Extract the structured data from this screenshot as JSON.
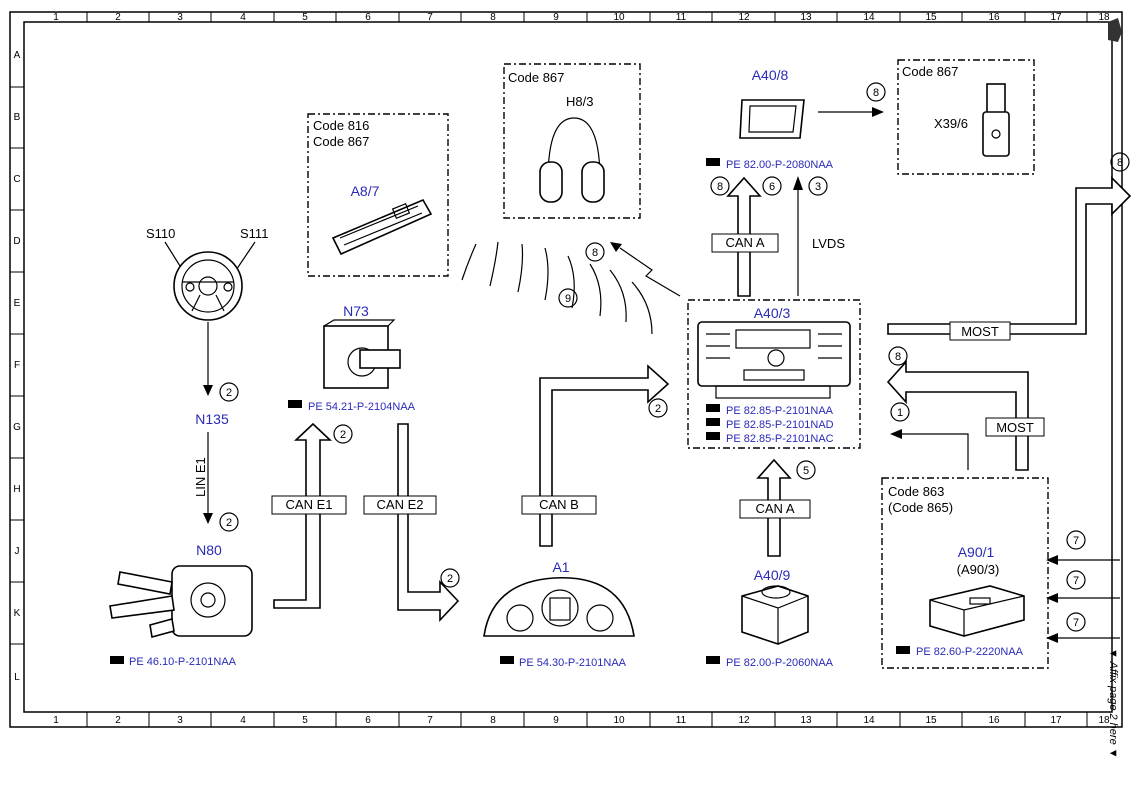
{
  "grid": {
    "columns": [
      "1",
      "2",
      "3",
      "4",
      "5",
      "6",
      "7",
      "8",
      "9",
      "10",
      "11",
      "12",
      "13",
      "14",
      "15",
      "16",
      "17",
      "18"
    ],
    "rows": [
      "A",
      "B",
      "C",
      "D",
      "E",
      "F",
      "G",
      "H",
      "J",
      "K",
      "L"
    ]
  },
  "side_note": "▼ Affix page 2 here ▼",
  "components": {
    "s110": "S110",
    "s111": "S111",
    "n135": "N135",
    "line_e1": "LIN E1",
    "n80": {
      "name": "N80",
      "ref": "PE 46.10-P-2101NAA"
    },
    "n73": {
      "name": "N73",
      "ref": "PE 54.21-P-2104NAA"
    },
    "a8_7": {
      "code1": "Code 816",
      "code2": "Code 867",
      "name": "A8/7"
    },
    "h8_3": {
      "code": "Code 867",
      "name": "H8/3"
    },
    "a40_8": {
      "name": "A40/8",
      "ref": "PE 82.00-P-2080NAA"
    },
    "x39_6": {
      "code": "Code 867",
      "name": "X39/6"
    },
    "a40_3": {
      "name": "A40/3",
      "ref1": "PE 82.85-P-2101NAA",
      "ref2": "PE 82.85-P-2101NAD",
      "ref3": "PE 82.85-P-2101NAC"
    },
    "a1": {
      "name": "A1",
      "ref": "PE 54.30-P-2101NAA"
    },
    "a40_9": {
      "name": "A40/9",
      "ref": "PE 82.00-P-2060NAA"
    },
    "a90_1": {
      "code1": "Code 863",
      "code2": "(Code 865)",
      "name": "A90/1",
      "alt": "(A90/3)",
      "ref": "PE 82.60-P-2220NAA"
    }
  },
  "buses": {
    "can_e1": "CAN E1",
    "can_e2": "CAN E2",
    "can_b": "CAN B",
    "can_a_top": "CAN A",
    "can_a_bottom": "CAN A",
    "lvds": "LVDS",
    "most_top": "MOST",
    "most_right": "MOST"
  },
  "markers": {
    "m1": "1",
    "m2": "2",
    "m3": "3",
    "m5": "5",
    "m6": "6",
    "m7": "7",
    "m8": "8",
    "m9": "9"
  }
}
